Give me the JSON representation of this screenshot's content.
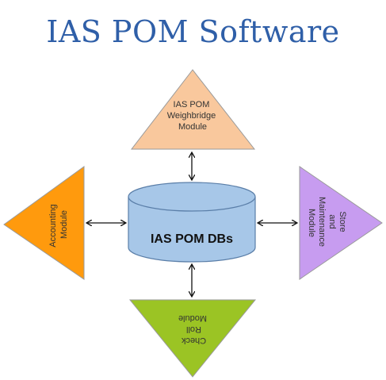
{
  "title": "IAS POM Software",
  "database": {
    "label": "IAS POM DBs",
    "fill": "#a7c7e8",
    "stroke": "#5a7ea8"
  },
  "modules": {
    "weighbridge": {
      "lines": [
        "IAS POM",
        "Weighbridge",
        "Module"
      ],
      "fill": "#f9c89d",
      "stroke": "#9a9a9a"
    },
    "accounting": {
      "lines": [
        "Accounting",
        "Module"
      ],
      "fill": "#ff9a0d",
      "stroke": "#9a9a9a"
    },
    "store": {
      "lines": [
        "Store",
        "and",
        "Maintenance",
        "Module"
      ],
      "fill": "#c79cf0",
      "stroke": "#9a9a9a"
    },
    "checkroll": {
      "lines": [
        "Check",
        "Roll",
        "Module"
      ],
      "fill": "#9bc424",
      "stroke": "#9a9a9a"
    }
  },
  "colors": {
    "title": "#2f5fa8",
    "arrow": "#111111"
  }
}
